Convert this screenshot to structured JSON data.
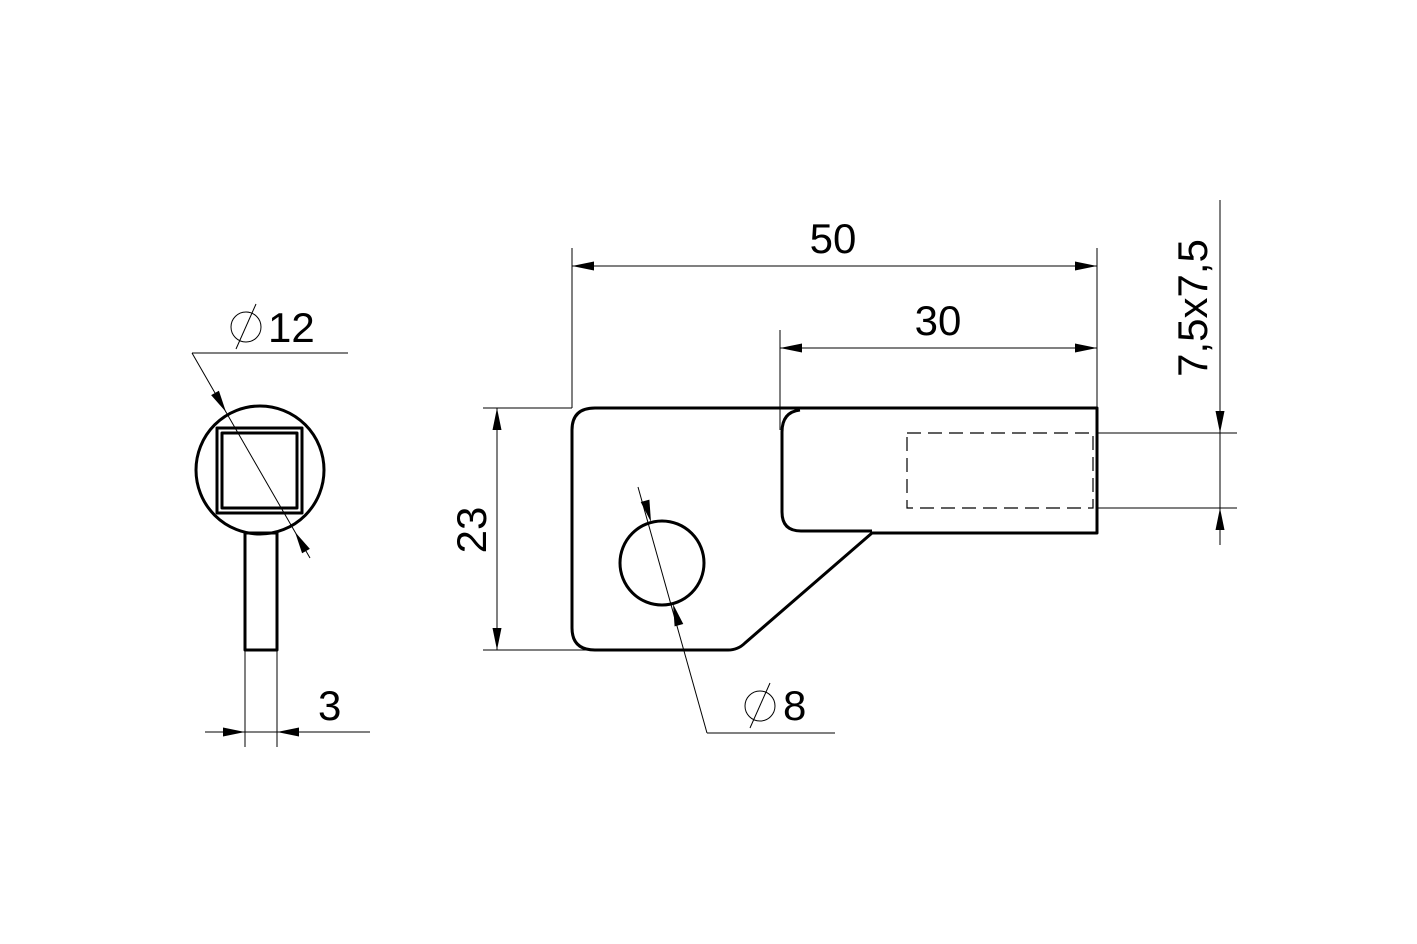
{
  "drawing": {
    "side_view": {
      "diameter_label": "12",
      "diameter_symbol": "diameter-icon",
      "thickness_label": "3"
    },
    "front_view": {
      "length_total_label": "50",
      "length_arm_label": "30",
      "height_label": "23",
      "hole_diameter_label": "8",
      "hole_diameter_symbol": "diameter-icon",
      "square_socket_label": "7,5x7,5"
    },
    "colors": {
      "line": "#000000",
      "background": "#ffffff"
    }
  }
}
